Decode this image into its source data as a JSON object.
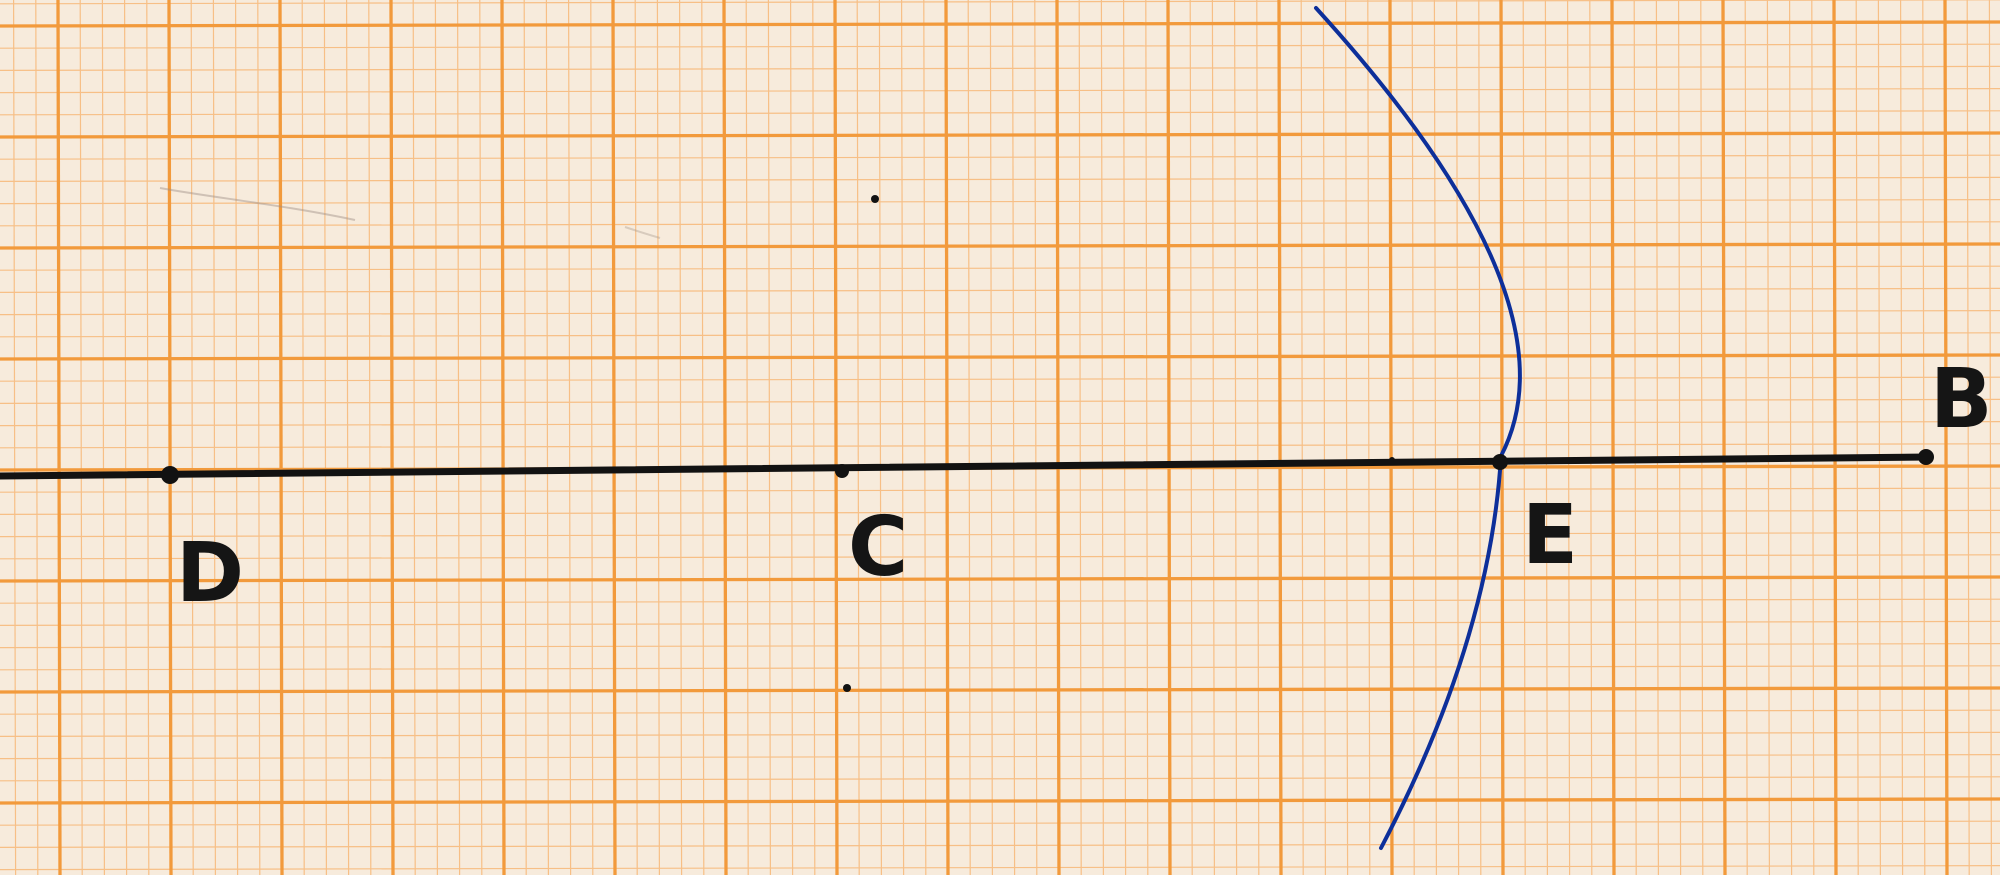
{
  "paper": {
    "background": "#f7ebdc",
    "major_grid_color": "#f29a3c",
    "minor_grid_color": "#f7bf86"
  },
  "ink": {
    "line_color": "#121212",
    "arc_color": "#0d2f9a"
  },
  "labels": {
    "D": "D",
    "C": "C",
    "E": "E",
    "B": "B"
  }
}
